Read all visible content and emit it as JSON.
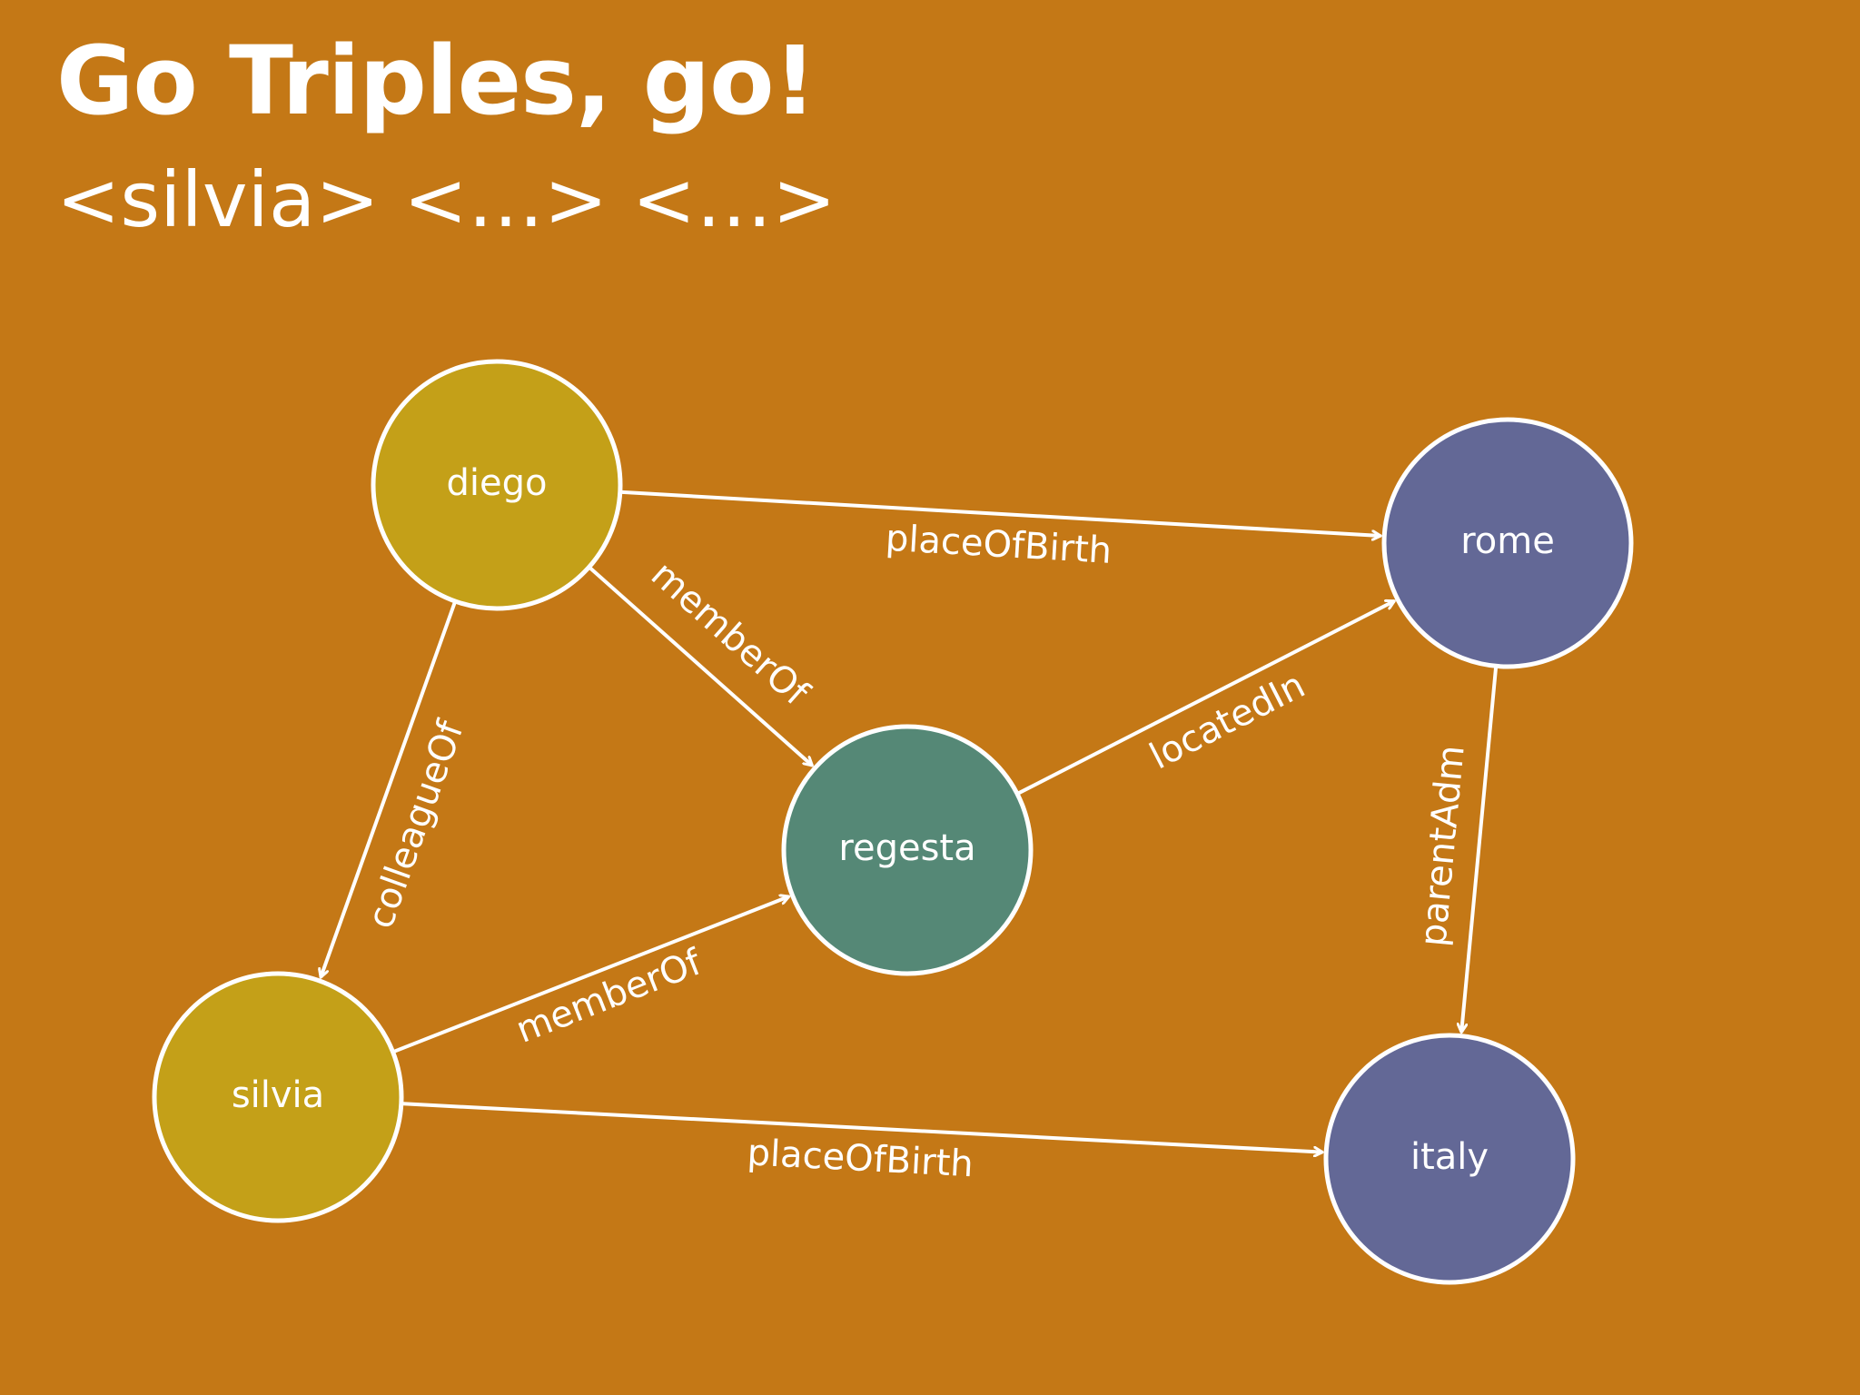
{
  "slide": {
    "title": "Go Triples, go!",
    "subtitle": "<silvia> <…> <…>"
  },
  "colors": {
    "background": "#C47816",
    "person": "#C4A018",
    "organization": "#558876",
    "place": "#636896",
    "stroke": "#ffffff"
  },
  "graph": {
    "nodes": [
      {
        "id": "diego",
        "label": "diego",
        "kind": "person"
      },
      {
        "id": "silvia",
        "label": "silvia",
        "kind": "person"
      },
      {
        "id": "regesta",
        "label": "regesta",
        "kind": "organization"
      },
      {
        "id": "rome",
        "label": "rome",
        "kind": "place"
      },
      {
        "id": "italy",
        "label": "italy",
        "kind": "place"
      }
    ],
    "edges": [
      {
        "from": "diego",
        "to": "rome",
        "label": "placeOfBirth"
      },
      {
        "from": "diego",
        "to": "regesta",
        "label": "memberOf"
      },
      {
        "from": "diego",
        "to": "silvia",
        "label": "colleagueOf"
      },
      {
        "from": "silvia",
        "to": "regesta",
        "label": "memberOf"
      },
      {
        "from": "regesta",
        "to": "rome",
        "label": "locatedIn"
      },
      {
        "from": "rome",
        "to": "italy",
        "label": "parentAdm"
      },
      {
        "from": "silvia",
        "to": "italy",
        "label": "placeOfBirth"
      }
    ]
  }
}
